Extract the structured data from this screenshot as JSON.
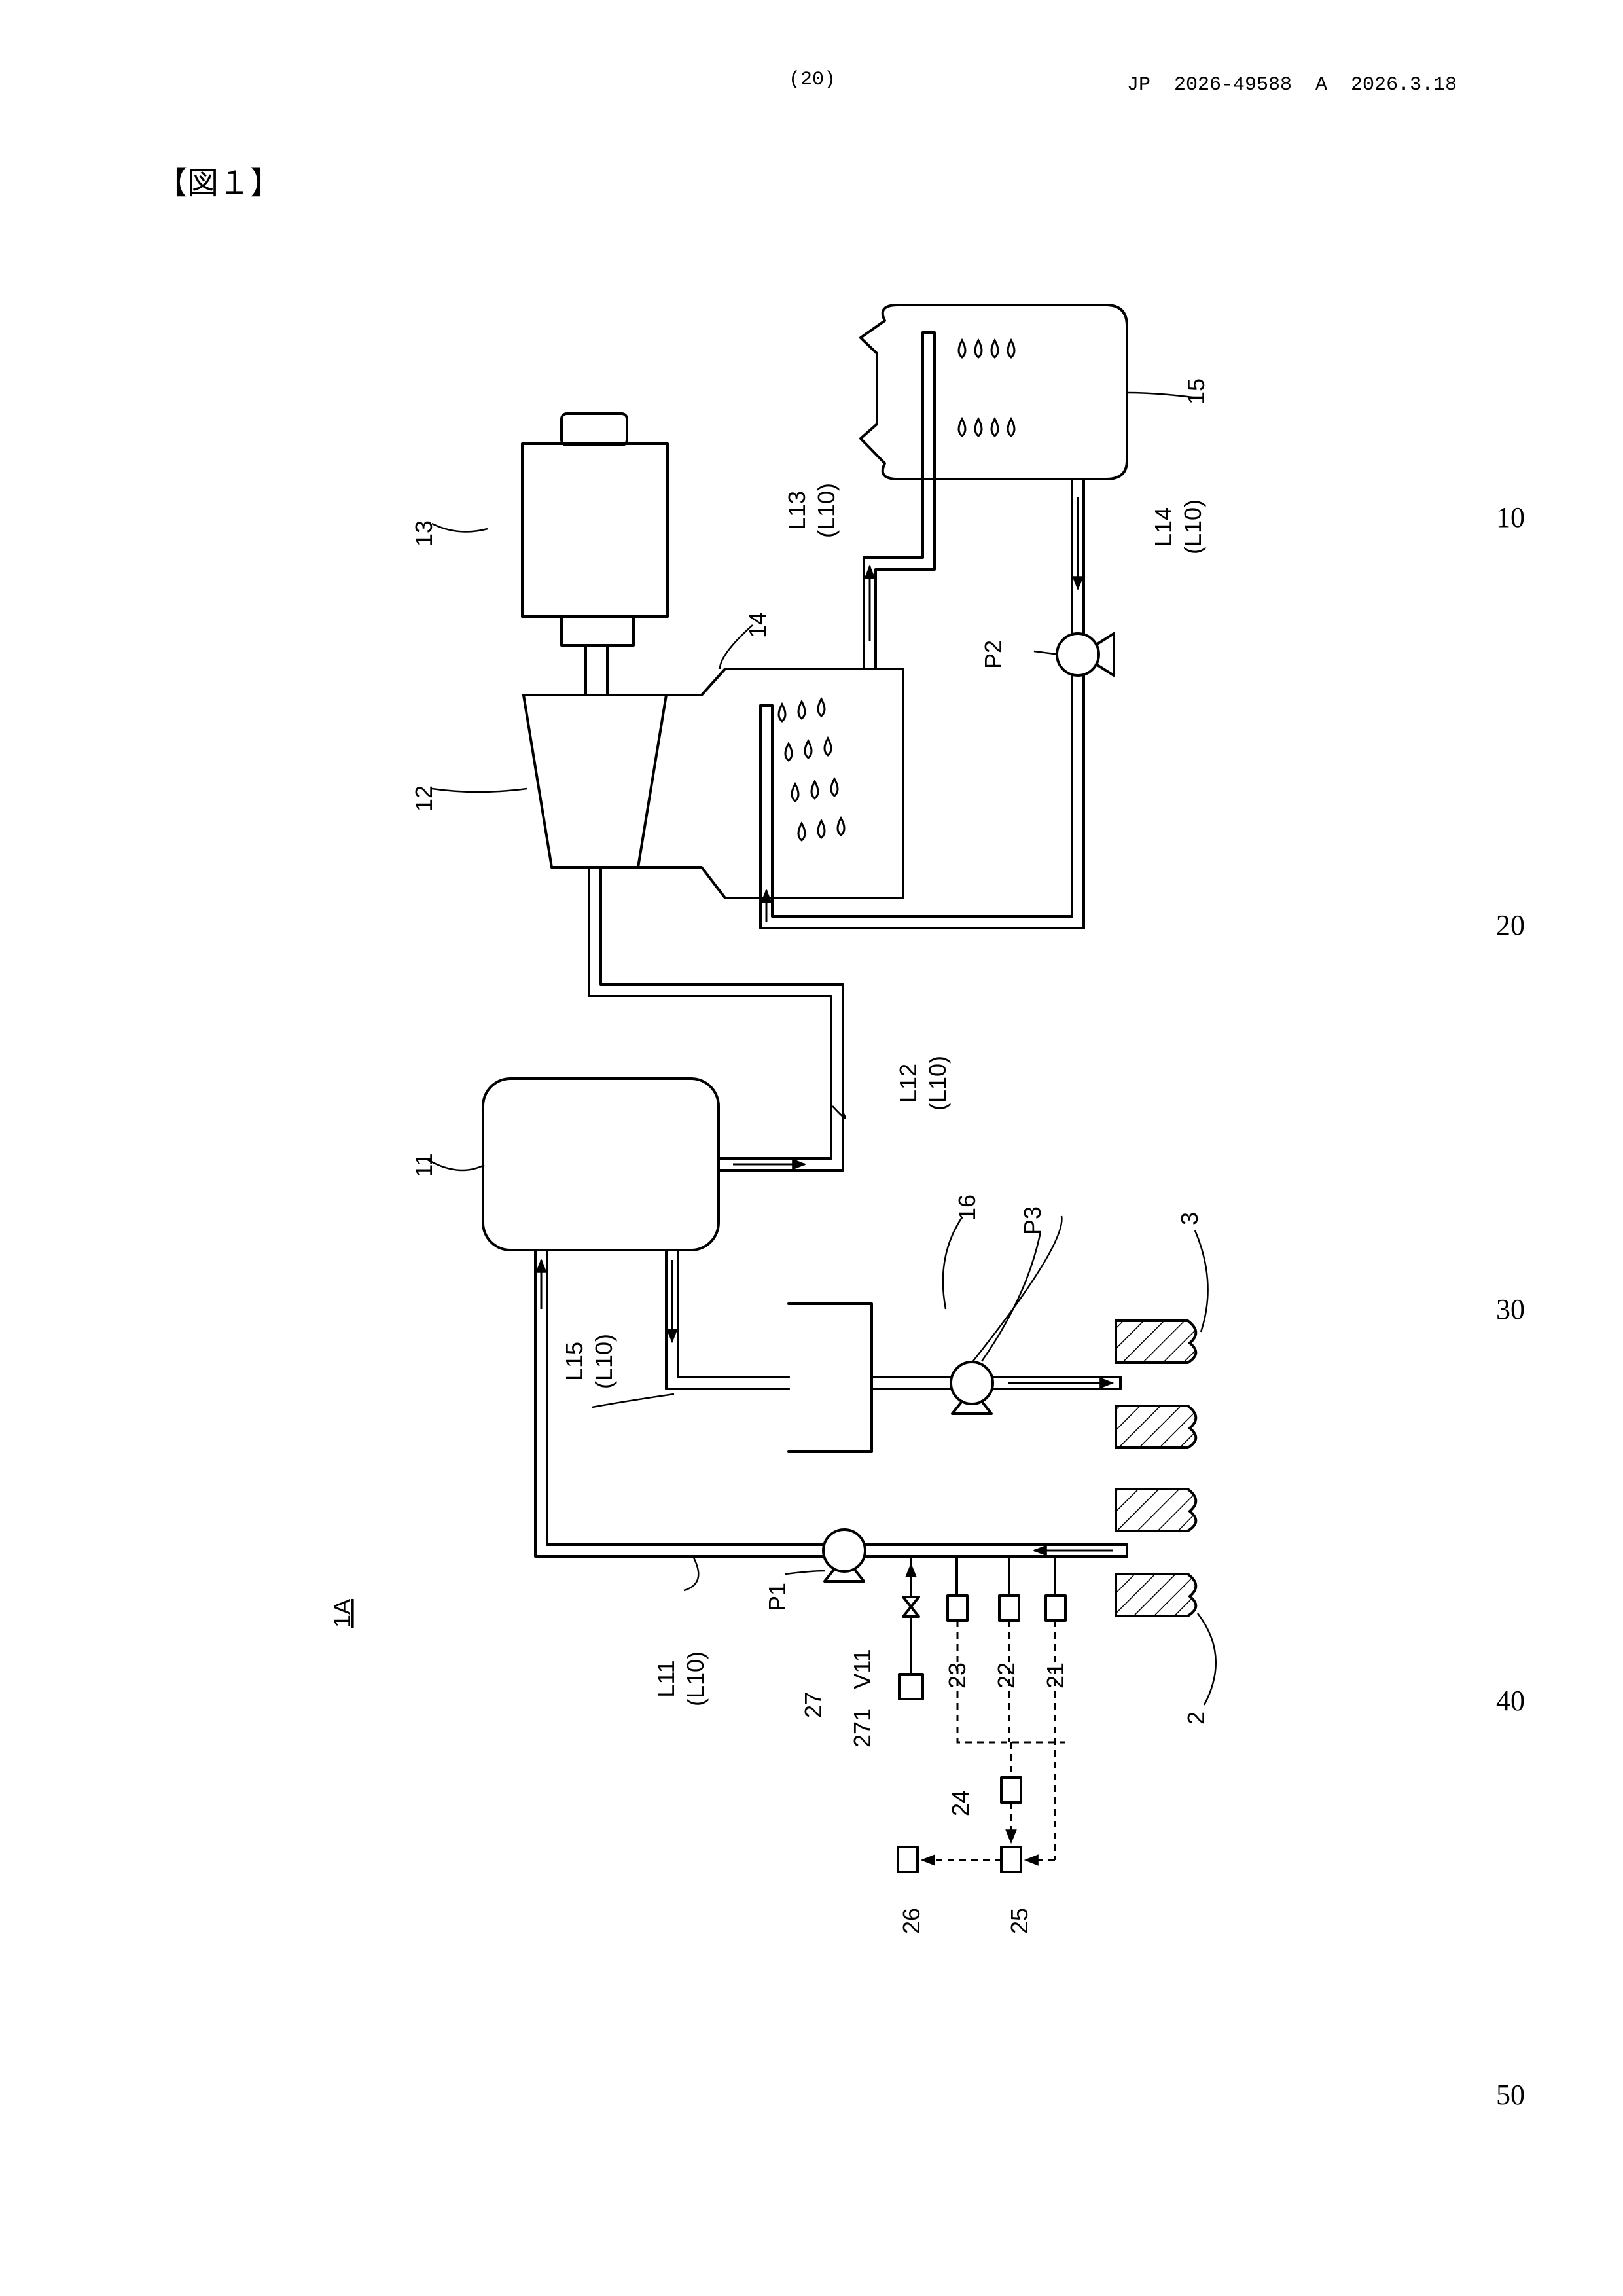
{
  "header": {
    "page": "(20)",
    "publication": "JP  2026-49588  A  2026.3.18"
  },
  "figure": {
    "title": "【図１】",
    "system_label": "1A"
  },
  "line_numbers": [
    "10",
    "20",
    "30",
    "40",
    "50"
  ],
  "labels": {
    "boiler": "11",
    "turbine": "12",
    "generator": "13",
    "condenser": "14",
    "cooling_tower": "15",
    "drain_tank": "16",
    "outlet": "3",
    "intake": "2",
    "sensor_21": "21",
    "sensor_22": "22",
    "sensor_23": "23",
    "unit_24": "24",
    "controller_25": "25",
    "output_26": "26",
    "dosing_unit": "27",
    "chemical_tank": "271",
    "valve": "V11",
    "pump_1": "P1",
    "pump_2": "P2",
    "pump_3": "P3",
    "line_11": "L11",
    "line_12": "L12",
    "line_13": "L13",
    "line_14": "L14",
    "line_15": "L15",
    "line_group": "(L10)"
  }
}
